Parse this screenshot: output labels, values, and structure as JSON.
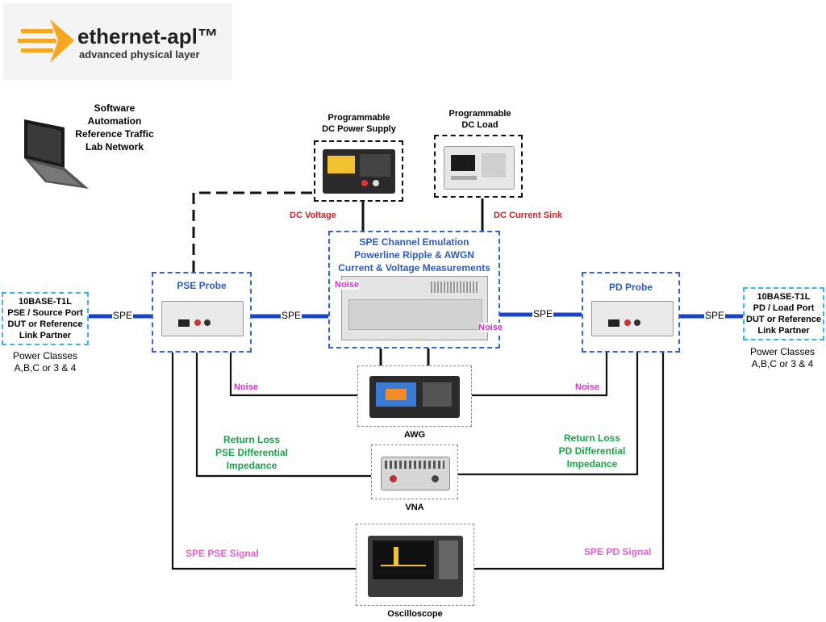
{
  "logo": {
    "name": "ethernet-apl™",
    "tagline": "advanced physical layer",
    "colors": {
      "arrow": "#f5a623",
      "text": "#222222"
    }
  },
  "laptop": {
    "lines": [
      "Software",
      "Automation",
      "Reference Traffic",
      "Lab Network"
    ]
  },
  "power_supply": {
    "lines": [
      "Programmable",
      "DC Power Supply"
    ],
    "link_label": "DC Voltage"
  },
  "dc_load": {
    "lines": [
      "Programmable",
      "DC Load"
    ],
    "link_label": "DC Current Sink"
  },
  "channel": {
    "lines": [
      "SPE Channel Emulation",
      "Powerline Ripple & AWGN",
      "Current & Voltage Measurements"
    ],
    "noise_left": "Noise",
    "noise_right": "Noise"
  },
  "pse_probe": {
    "title": "PSE Probe"
  },
  "pd_probe": {
    "title": "PD Probe"
  },
  "left_port": {
    "lines": [
      "10BASE-T1L",
      "PSE / Source Port",
      "DUT or Reference",
      "Link Partner"
    ],
    "power": [
      "Power Classes",
      "A,B,C or 3 & 4"
    ]
  },
  "right_port": {
    "lines": [
      "10BASE-T1L",
      "PD / Load Port",
      "DUT or Reference",
      "Link Partner"
    ],
    "power": [
      "Power Classes",
      "A,B,C or 3 & 4"
    ]
  },
  "spe_labels": [
    "SPE",
    "SPE",
    "SPE",
    "SPE"
  ],
  "noise_labels": {
    "left": "Noise",
    "right": "Noise"
  },
  "awg": {
    "label": "AWG"
  },
  "vna": {
    "label": "VNA"
  },
  "oscilloscope": {
    "label": "Oscilloscope"
  },
  "return_loss_left": [
    "Return Loss",
    "PSE Differential",
    "Impedance"
  ],
  "return_loss_right": [
    "Return Loss",
    "PD Differential",
    "Impedance"
  ],
  "signal_left": "SPE PSE Signal",
  "signal_right": "SPE PD Signal",
  "colors": {
    "spe_line": "#1a44c8",
    "box_blue": "#3366cc",
    "dc_red": "#d42020",
    "green": "#17a34a",
    "noise": "#cc33cc",
    "signal": "#e060d0"
  }
}
